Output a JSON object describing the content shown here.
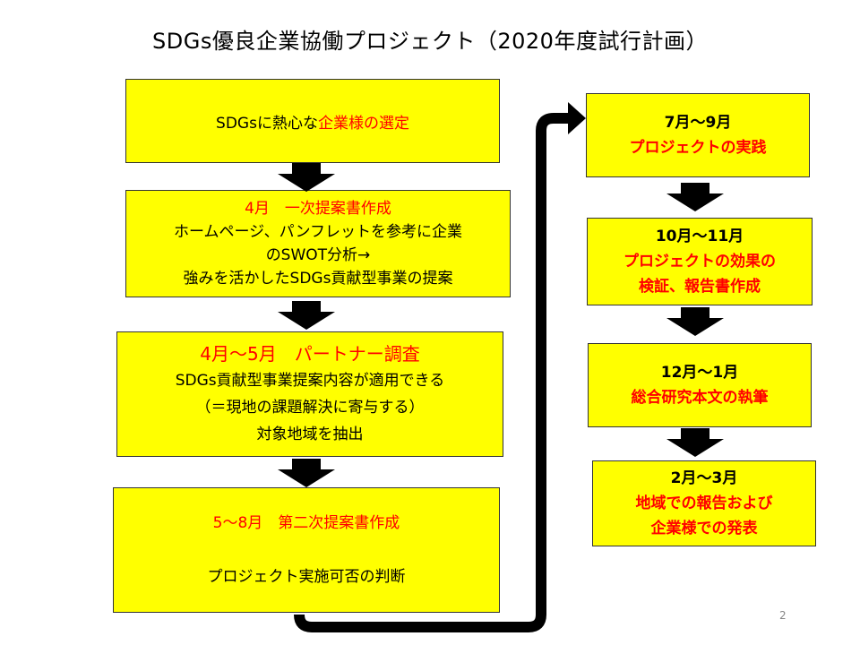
{
  "title": "SDGs優良企業協働プロジェクト（2020年度試行計画）",
  "left_steps": [
    {
      "lines": [
        {
          "segments": [
            {
              "text": "SDGsに熱心な",
              "color": "black"
            },
            {
              "text": "企業様の選定",
              "color": "red"
            }
          ]
        }
      ]
    },
    {
      "lines": [
        {
          "segments": [
            {
              "text": "4月　一次提案書作成",
              "color": "red"
            }
          ]
        },
        {
          "segments": [
            {
              "text": "ホームページ、パンフレットを参考に企業",
              "color": "black"
            }
          ]
        },
        {
          "segments": [
            {
              "text": "のSWOT分析→",
              "color": "black"
            }
          ]
        },
        {
          "segments": [
            {
              "text": "強みを活かしたSDGs貢献型事業の提案",
              "color": "black"
            }
          ]
        }
      ]
    },
    {
      "lines": [
        {
          "segments": [
            {
              "text": "4月～5月　パートナー調査",
              "color": "red"
            }
          ]
        },
        {
          "segments": [
            {
              "text": "SDGs貢献型事業提案内容が適用できる",
              "color": "black"
            }
          ]
        },
        {
          "segments": [
            {
              "text": "（＝現地の課題解決に寄与する）",
              "color": "black"
            }
          ]
        },
        {
          "segments": [
            {
              "text": "対象地域を抽出",
              "color": "black"
            }
          ]
        }
      ]
    },
    {
      "lines": [
        {
          "segments": [
            {
              "text": "5～8月　第二次提案書作成",
              "color": "red"
            }
          ]
        },
        {
          "segments": [
            {
              "text": "",
              "color": "black"
            }
          ]
        },
        {
          "segments": [
            {
              "text": "プロジェクト実施可否の判断",
              "color": "black"
            }
          ]
        }
      ]
    }
  ],
  "right_steps": [
    {
      "lines": [
        {
          "text": "7月～9月",
          "color": "black"
        },
        {
          "text": "プロジェクトの実践",
          "color": "red"
        }
      ]
    },
    {
      "lines": [
        {
          "text": "10月～11月",
          "color": "black"
        },
        {
          "text": "プロジェクトの効果の",
          "color": "red"
        },
        {
          "text": "検証、報告書作成",
          "color": "red"
        }
      ]
    },
    {
      "lines": [
        {
          "text": "12月～1月",
          "color": "black"
        },
        {
          "text": "総合研究本文の執筆",
          "color": "red"
        }
      ]
    },
    {
      "lines": [
        {
          "text": "2月～3月",
          "color": "black"
        },
        {
          "text": "地域での報告および",
          "color": "red"
        },
        {
          "text": "企業様での発表",
          "color": "red"
        }
      ]
    }
  ],
  "page_number": "2",
  "colors": {
    "box_fill": "#ffff00",
    "highlight_text": "#ff0000",
    "arrow": "#000000"
  }
}
